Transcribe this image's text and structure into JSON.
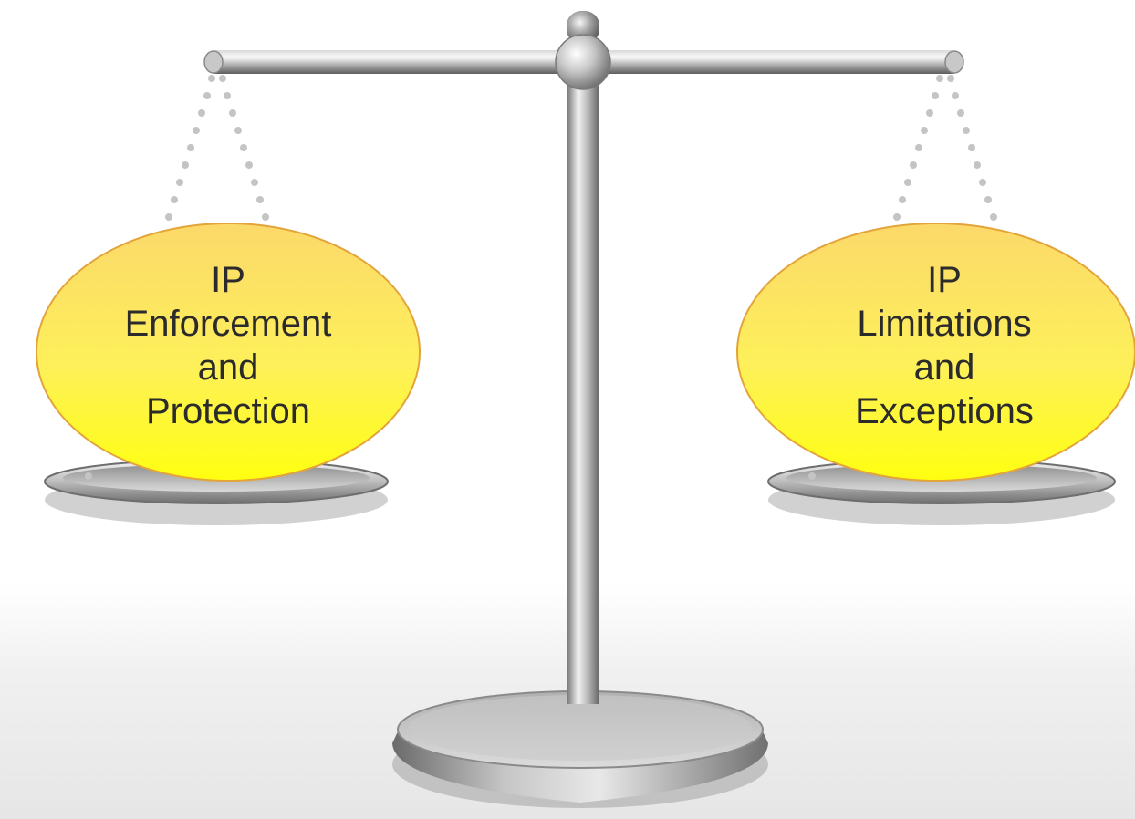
{
  "left_pan": {
    "lines": [
      "IP",
      "Enforcement",
      "and",
      "Protection"
    ]
  },
  "right_pan": {
    "lines": [
      "IP",
      "Limitations",
      "and",
      "Exceptions"
    ]
  },
  "colors": {
    "oval_top": "#fcd96a",
    "oval_bottom": "#ffff10",
    "oval_stroke": "#e3a43a",
    "metal_light": "#f4f4f4",
    "metal_mid": "#b8b8b8",
    "metal_dark": "#6e6e6e",
    "chain_dots": "#c4c4c4",
    "text": "#2b2b2b"
  }
}
